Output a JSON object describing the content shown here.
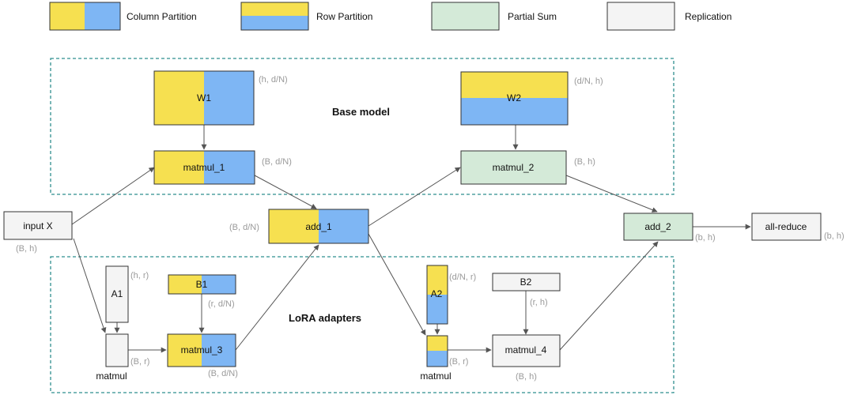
{
  "colors": {
    "yellow": "#f6e050",
    "blue": "#7eb6f4",
    "green": "#d4ead8",
    "gray": "#f4f4f4",
    "edge": "#555555",
    "region_border": "#2f8f8f",
    "dim_text": "#9a9a9a"
  },
  "legend": {
    "column_partition": "Column Partition",
    "row_partition": "Row Partition",
    "partial_sum": "Partial Sum",
    "replication": "Replication"
  },
  "regions": {
    "base_model": "Base model",
    "lora_adapters": "LoRA adapters"
  },
  "nodes": {
    "input_x": {
      "label": "input X",
      "shape": "(B, h)"
    },
    "w1": {
      "label": "W1",
      "shape": "(h, d/N)"
    },
    "matmul_1": {
      "label": "matmul_1",
      "shape": "(B, d/N)"
    },
    "add_1": {
      "label": "add_1",
      "shape": "(B, d/N)"
    },
    "w2": {
      "label": "W2",
      "shape": "(d/N, h)"
    },
    "matmul_2": {
      "label": "matmul_2",
      "shape": "(B, h)"
    },
    "add_2": {
      "label": "add_2",
      "shape": "(b, h)"
    },
    "all_reduce": {
      "label": "all-reduce",
      "shape": "(b, h)"
    },
    "a1": {
      "label": "A1",
      "shape": "(h, r)"
    },
    "matmul_a": {
      "label": "matmul",
      "shape": "(B, r)"
    },
    "b1": {
      "label": "B1",
      "shape": "(r, d/N)"
    },
    "matmul_3": {
      "label": "matmul_3",
      "shape": "(B, d/N)"
    },
    "a2": {
      "label": "A2",
      "shape": "(d/N, r)"
    },
    "matmul_b": {
      "label": "matmul",
      "shape": "(B, r)"
    },
    "b2": {
      "label": "B2",
      "shape": "(r, h)"
    },
    "matmul_4": {
      "label": "matmul_4",
      "shape": "(B, h)"
    }
  }
}
